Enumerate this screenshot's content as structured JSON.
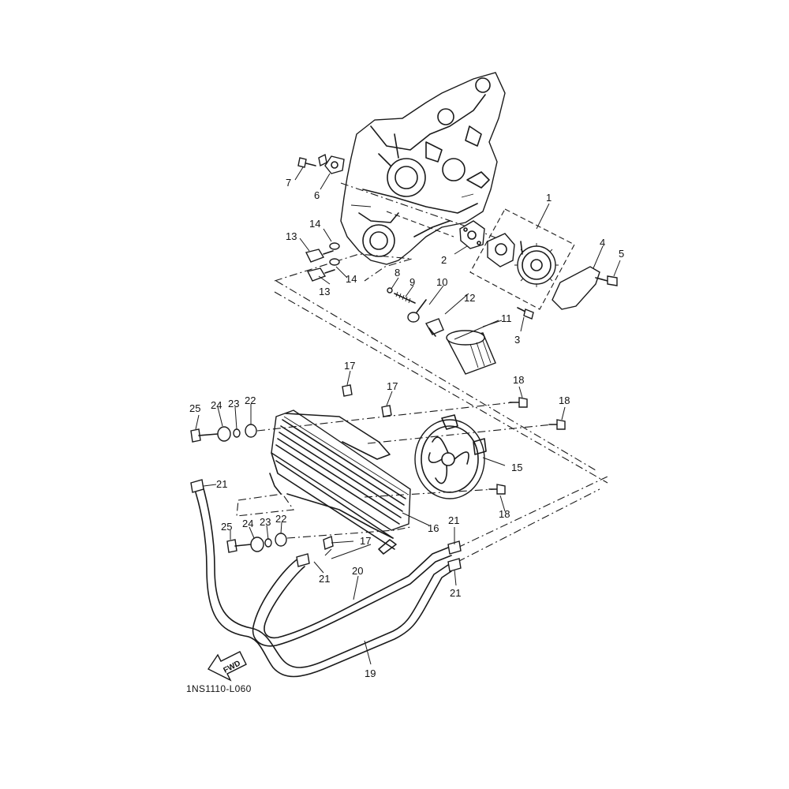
{
  "diagram_code": "1NS1110-L060",
  "direction_arrow": {
    "label": "FWD"
  },
  "callouts": [
    {
      "id": "c1",
      "label": "1"
    },
    {
      "id": "c2",
      "label": "2"
    },
    {
      "id": "c3",
      "label": "3"
    },
    {
      "id": "c4",
      "label": "4"
    },
    {
      "id": "c5",
      "label": "5"
    },
    {
      "id": "c6",
      "label": "6"
    },
    {
      "id": "c7",
      "label": "7"
    },
    {
      "id": "c8",
      "label": "8"
    },
    {
      "id": "c9",
      "label": "9"
    },
    {
      "id": "c10",
      "label": "10"
    },
    {
      "id": "c11",
      "label": "11"
    },
    {
      "id": "c12",
      "label": "12"
    },
    {
      "id": "c13a",
      "label": "13"
    },
    {
      "id": "c13b",
      "label": "13"
    },
    {
      "id": "c14a",
      "label": "14"
    },
    {
      "id": "c14b",
      "label": "14"
    },
    {
      "id": "c15",
      "label": "15"
    },
    {
      "id": "c16",
      "label": "16"
    },
    {
      "id": "c17a",
      "label": "17"
    },
    {
      "id": "c17b",
      "label": "17"
    },
    {
      "id": "c17c",
      "label": "17"
    },
    {
      "id": "c18a",
      "label": "18"
    },
    {
      "id": "c18b",
      "label": "18"
    },
    {
      "id": "c18c",
      "label": "18"
    },
    {
      "id": "c19",
      "label": "19"
    },
    {
      "id": "c20",
      "label": "20"
    },
    {
      "id": "c21a",
      "label": "21"
    },
    {
      "id": "c21b",
      "label": "21"
    },
    {
      "id": "c21c",
      "label": "21"
    },
    {
      "id": "c21d",
      "label": "21"
    },
    {
      "id": "c22a",
      "label": "22"
    },
    {
      "id": "c22b",
      "label": "22"
    },
    {
      "id": "c23a",
      "label": "23"
    },
    {
      "id": "c23b",
      "label": "23"
    },
    {
      "id": "c24a",
      "label": "24"
    },
    {
      "id": "c24b",
      "label": "24"
    },
    {
      "id": "c25a",
      "label": "25"
    },
    {
      "id": "c25b",
      "label": "25"
    }
  ]
}
